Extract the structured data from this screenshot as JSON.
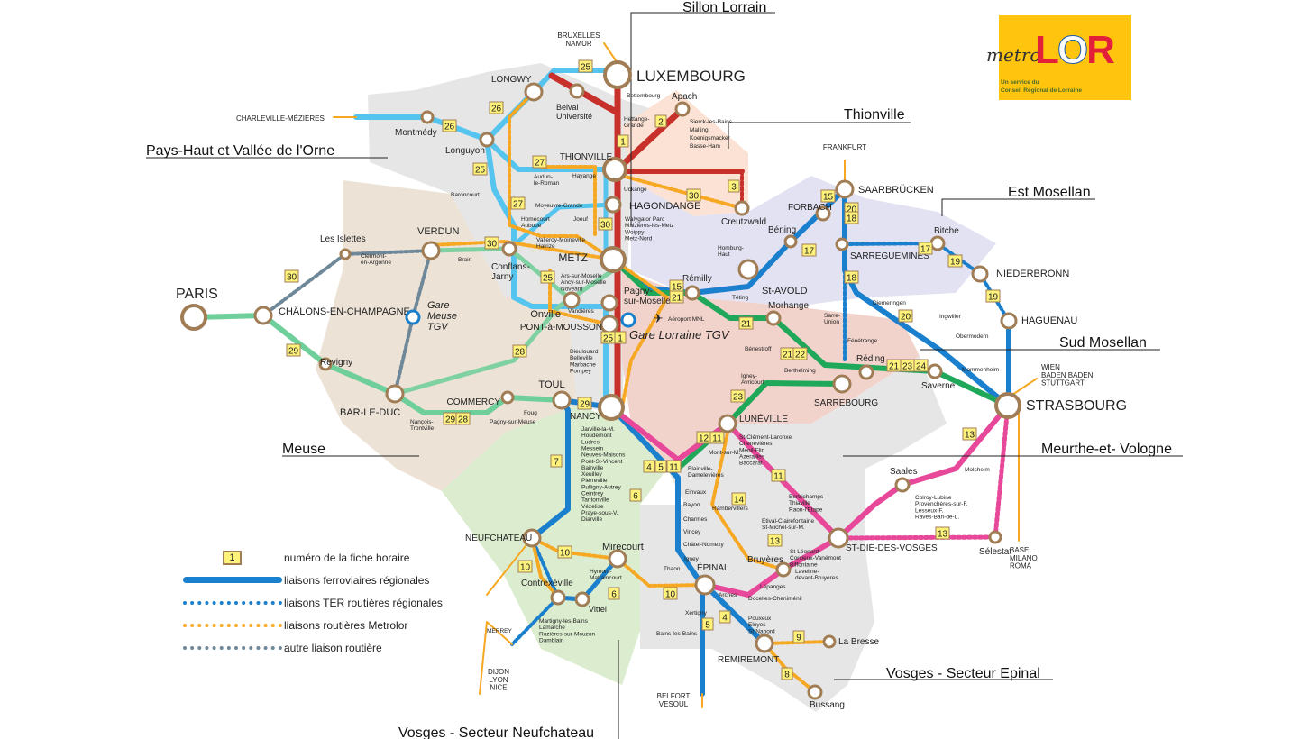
{
  "colors": {
    "sillon_lorrain_ter": "#c7302b",
    "ferroviaire_regional": "#1a7fcc",
    "ter_light": "#55c4ef",
    "green_line": "#1fa85a",
    "mint_line": "#7fd1a2",
    "pink_line": "#e8489a",
    "metrolor_road": "#f7a823",
    "other_road": "#6f8899",
    "station_ring": "#a07d55",
    "badge": "#fff27a"
  },
  "logo": {
    "metro": "metro",
    "lor_l": "L",
    "lor_o": "O",
    "lor_r": "R",
    "subtitle_1": "Un service du",
    "subtitle_2": "Conseil Régional de Lorraine"
  },
  "regions": [
    "Sillon Lorrain",
    "Thionville",
    "Pays-Haut et  Vallée de l'Orne",
    "Est Mosellan",
    "Sud Mosellan",
    "Meuse",
    "Meurthe-et- Vologne",
    "Vosges - Secteur Epinal",
    "Vosges - Secteur Neufchateau"
  ],
  "external_destinations": [
    "BRUXELLES\nNAMUR",
    "CHARLEVILLE-MÉZIÈRES",
    "FRANKFURT",
    "WIEN\nBADEN BADEN\nSTUTTGART",
    "BASEL\nMILANO\nROMA",
    "BELFORT\nVESOUL",
    "DIJON\nLYON\nNICE"
  ],
  "stations": [
    {
      "name": "LUXEMBOURG",
      "type": "major"
    },
    {
      "name": "THIONVILLE",
      "type": "major"
    },
    {
      "name": "HAGONDANGE",
      "type": "medium"
    },
    {
      "name": "METZ",
      "type": "major"
    },
    {
      "name": "PONT-à-MOUSSON",
      "type": "medium"
    },
    {
      "name": "NANCY",
      "type": "major"
    },
    {
      "name": "TOUL",
      "type": "medium"
    },
    {
      "name": "COMMERCY",
      "type": "small"
    },
    {
      "name": "BAR-LE-DUC",
      "type": "medium"
    },
    {
      "name": "CHÂLONS-EN-CHAMPAGNE",
      "type": "medium"
    },
    {
      "name": "PARIS",
      "type": "major"
    },
    {
      "name": "VERDUN",
      "type": "medium"
    },
    {
      "name": "Les Islettes",
      "type": "small"
    },
    {
      "name": "Revigny",
      "type": "small"
    },
    {
      "name": "Conflans-\nJarny",
      "type": "small"
    },
    {
      "name": "Onville",
      "type": "small"
    },
    {
      "name": "Longuyon",
      "type": "small"
    },
    {
      "name": "Montmédy",
      "type": "small"
    },
    {
      "name": "LONGWY",
      "type": "medium"
    },
    {
      "name": "Belval\nUniversité",
      "type": "small"
    },
    {
      "name": "Apach",
      "type": "small"
    },
    {
      "name": "Creutzwald",
      "type": "small"
    },
    {
      "name": "FORBACH",
      "type": "small"
    },
    {
      "name": "SAARBRÜCKEN",
      "type": "medium"
    },
    {
      "name": "Béning",
      "type": "small"
    },
    {
      "name": "SARREGUEMINES",
      "type": "small"
    },
    {
      "name": "Bitche",
      "type": "small"
    },
    {
      "name": "NIEDERBRONN",
      "type": "small"
    },
    {
      "name": "HAGUENAU",
      "type": "small"
    },
    {
      "name": "STRASBOURG",
      "type": "major"
    },
    {
      "name": "St-AVOLD",
      "type": "medium"
    },
    {
      "name": "Rémilly",
      "type": "small"
    },
    {
      "name": "Morhange",
      "type": "small"
    },
    {
      "name": "Réding",
      "type": "small"
    },
    {
      "name": "SARREBOURG",
      "type": "medium"
    },
    {
      "name": "Saverne",
      "type": "small"
    },
    {
      "name": "LUNÉVILLE",
      "type": "medium"
    },
    {
      "name": "Saales",
      "type": "small"
    },
    {
      "name": "ST-DIÉ-DES-VOSGES",
      "type": "medium"
    },
    {
      "name": "Sélestat",
      "type": "small"
    },
    {
      "name": "Bruyères",
      "type": "small"
    },
    {
      "name": "ÉPINAL",
      "type": "medium"
    },
    {
      "name": "REMIREMONT",
      "type": "medium"
    },
    {
      "name": "La Bresse",
      "type": "small"
    },
    {
      "name": "Bussang",
      "type": "small"
    },
    {
      "name": "Mirecourt",
      "type": "small"
    },
    {
      "name": "NEUFCHATEAU",
      "type": "medium"
    },
    {
      "name": "Contrexéville",
      "type": "small"
    },
    {
      "name": "Vittel",
      "type": "small"
    },
    {
      "name": "Pagny-\nsur-Moselle",
      "type": "small"
    },
    {
      "name": "Gare\nMeuse\nTGV",
      "type": "tgv"
    },
    {
      "name": "Gare Lorraine TGV",
      "type": "tgv"
    }
  ],
  "minor_stops": [
    "Bettembourg",
    "Hettange-\nGrande",
    "Sierck-les-Bains",
    "Malling",
    "Koenigsmacker",
    "Basse-Ham",
    "Audun-\nle-Roman",
    "Hayange",
    "Uckange",
    "Moyeuvre-Grande",
    "Homécourt\nAuboué",
    "Joeuf",
    "Valleroy-Moineville\nHatrize",
    "Baroncourt",
    "Walygator Parc\nMaizières-lès-Metz\nWoippy\nMetz-Nord",
    "Ars-sur-Moselle\nAncy-sur-Moselle\nNovéant",
    "Vandières",
    "Dieulouard\nBelleville\nMarbache\nPompey",
    "Aéroport MNL",
    "Téting",
    "Homburg-\nHaut",
    "Bénestroff",
    "Berthelming",
    "Igney-\nAvricourt",
    "Diemeringen",
    "Ingwiller",
    "Obermodern",
    "Mommenheim",
    "Molsheim",
    "Fénétrange",
    "Sarre-\nUnion",
    "Jarville-la-M.\nHoudemont\nLudres\nMessein\nNeuves-Maisons\nPont-St-Vincent\nBainville\nXeuilley\nPierreville\nPulligny-Autrey\nCeintrey\nTantonville\nVézelise\nPraye-sous-V.\nDiarville",
    "Blainville-\nDamelevières",
    "Einvaux",
    "Bayon",
    "Charmes",
    "Vincey",
    "Châtel-Nomexy",
    "Igney",
    "Thaon",
    "Mont-sur-M.",
    "Rambervillers",
    "Etival-Clairefontaine\nSt-Michel-sur-M.",
    "St-Clément-Laronxe\nChenevières\nMénil-Flin\nAzerailles\nBaccarat",
    "Bertrichamps\nThiaville\nRaon-l'Etape",
    "St-Léonard\nCorcieux-Vanémont\nBiffontaine",
    "Colroy-Lubine\nProvenchères-sur-F.\nLesseux-F.\nRaves-Ban-de-L.",
    "Lépanges",
    "Laveline-\ndevant-Bruyères",
    "Docelles-Cheniménil",
    "Arches",
    "Xertigny",
    "Bains-les-Bains",
    "Pouxeux\nEloyes\nSt-Nabord",
    "Hymont-\nMattaincourt",
    "Martigny-les-Bains\nLamarche\nRozières-sur-Mouzon\nDamblain",
    "MERREY",
    "Nançois-\nTrontville",
    "Clermont-\nen-Argonne",
    "Brain",
    "Pagny-sur-Meuse",
    "Foug"
  ],
  "line_badges": [
    "1",
    "1",
    "2",
    "3",
    "25",
    "25",
    "26",
    "26",
    "25",
    "27",
    "27",
    "30",
    "30",
    "30",
    "30",
    "25",
    "15",
    "21",
    "21",
    "21",
    "22",
    "21",
    "23",
    "24",
    "23",
    "17",
    "17",
    "15",
    "20",
    "18",
    "18",
    "19",
    "19",
    "20",
    "13",
    "13",
    "29",
    "28",
    "29",
    "28",
    "29",
    "7",
    "6",
    "6",
    "4",
    "5",
    "11",
    "12",
    "11",
    "11",
    "14",
    "13",
    "10",
    "10",
    "10",
    "4",
    "5",
    "9",
    "8"
  ],
  "legend": [
    {
      "badge": "1",
      "label": "numéro de la fiche horaire"
    },
    {
      "label": "liaisons ferroviaires régionales"
    },
    {
      "label": "liaisons TER routières régionales"
    },
    {
      "label": "liaisons routières Metrolor"
    },
    {
      "label": "autre liaison routière"
    }
  ]
}
